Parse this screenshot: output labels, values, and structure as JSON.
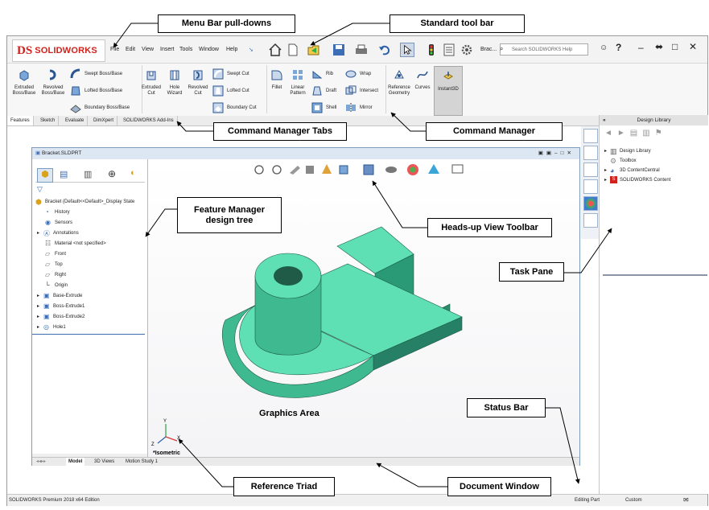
{
  "callouts": {
    "menu_bar": "Menu Bar pull-downs",
    "standard_toolbar": "Standard tool bar",
    "cm_tabs": "Command Manager Tabs",
    "command_manager": "Command Manager",
    "feature_manager_line1": "Feature Manager",
    "feature_manager_line2": "design tree",
    "headsup": "Heads-up View Toolbar",
    "task_pane": "Task Pane",
    "status_bar": "Status Bar",
    "reference_triad": "Reference Triad",
    "document_window": "Document Window",
    "graphics_area": "Graphics Area"
  },
  "app": {
    "logo_ds": "DS",
    "logo_text": "SOLIDWORKS",
    "menus": [
      "File",
      "Edit",
      "View",
      "Insert",
      "Tools",
      "Window",
      "Help"
    ],
    "doc_short": "Brac...",
    "search_placeholder": "Search SOLIDWORKS Help"
  },
  "ribbon": {
    "extruded_boss": [
      "Extruded",
      "Boss/Base"
    ],
    "revolved_boss": [
      "Revolved",
      "Boss/Base"
    ],
    "swept_boss": "Swept Boss/Base",
    "lofted_boss": "Lofted Boss/Base",
    "boundary_boss": "Boundary Boss/Base",
    "extruded_cut": [
      "Extruded",
      "Cut"
    ],
    "hole_wizard": [
      "Hole",
      "Wizard"
    ],
    "revolved_cut": [
      "Revolved",
      "Cut"
    ],
    "swept_cut": "Swept Cut",
    "lofted_cut": "Lofted Cut",
    "boundary_cut": "Boundary Cut",
    "fillet": "Fillet",
    "linear_pattern": [
      "Linear",
      "Pattern"
    ],
    "rib": "Rib",
    "draft": "Draft",
    "shell": "Shell",
    "wrap": "Wrap",
    "intersect": "Intersect",
    "mirror": "Mirror",
    "reference_geometry": [
      "Reference",
      "Geometry"
    ],
    "curves": "Curves",
    "instant3d": "Instant3D"
  },
  "tabs": [
    "Features",
    "Sketch",
    "Evaluate",
    "DimXpert",
    "SOLIDWORKS Add-Ins"
  ],
  "document": {
    "title": "Bracket.SLDPRT",
    "tree_root": "Bracket  (Default<<Default>_Display State",
    "tree_items": [
      "History",
      "Sensors",
      "Annotations",
      "Material <not specified>",
      "Front",
      "Top",
      "Right",
      "Origin",
      "Base-Extrude",
      "Boss-Extrude1",
      "Boss-Extrude2",
      "Hole1"
    ],
    "view_label": "*Isometric",
    "triad_x": "X",
    "triad_y": "Y",
    "triad_z": "Z",
    "bottom_tabs": [
      "Model",
      "3D Views",
      "Motion Study 1"
    ]
  },
  "task_pane": {
    "title": "Design Library",
    "items": [
      "Design Library",
      "Toolbox",
      "3D ContentCentral",
      "SOLIDWORKS Content"
    ]
  },
  "status": {
    "edition": "SOLIDWORKS Premium 2018 x64 Edition",
    "mode": "Editing Part",
    "units": "Custom"
  },
  "colors": {
    "part": "#5fe0b4",
    "part_dark": "#2c8a6a",
    "brand": "#d0211b"
  }
}
